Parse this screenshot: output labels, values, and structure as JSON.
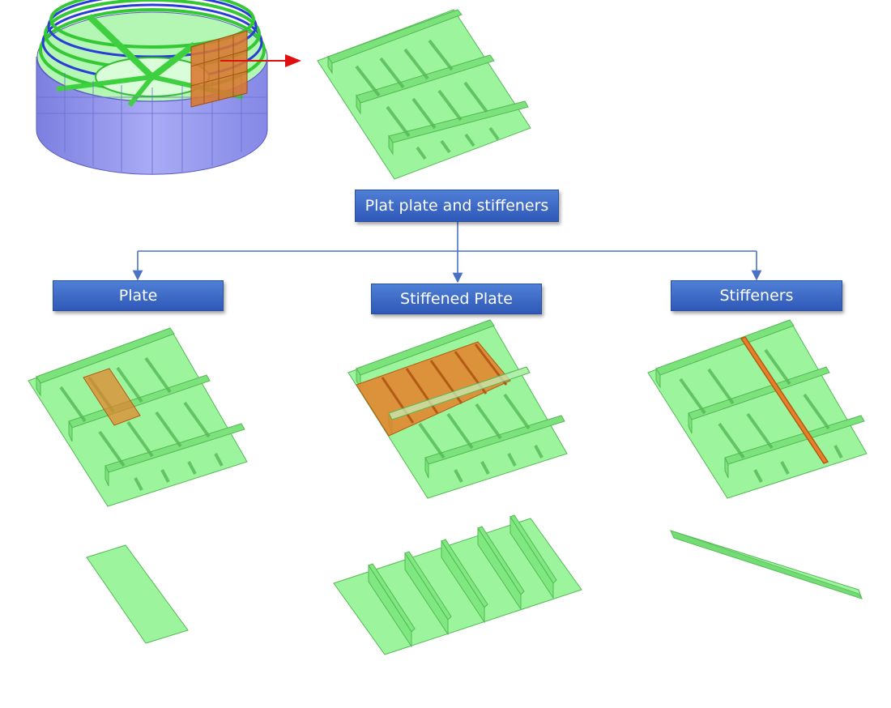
{
  "root": {
    "label": "Plat plate and stiffeners"
  },
  "branches": [
    {
      "label": "Plate"
    },
    {
      "label": "Stiffened Plate"
    },
    {
      "label": "Stiffeners"
    }
  ],
  "colors": {
    "plate": "#9cf59c",
    "plate_edge": "#55b955",
    "stiffener": "#74dc74",
    "highlight": "#e8802a",
    "tank_shell": "#9a9cf0",
    "connector": "#4a72c4",
    "arrow": "#e01010",
    "box_top": "#4f7fd6",
    "box_bottom": "#2f59b8"
  },
  "icons": {
    "tank_model": "cylindrical-tank-3d-model",
    "extracted_panel": "stiffened-panel-3d-model"
  }
}
